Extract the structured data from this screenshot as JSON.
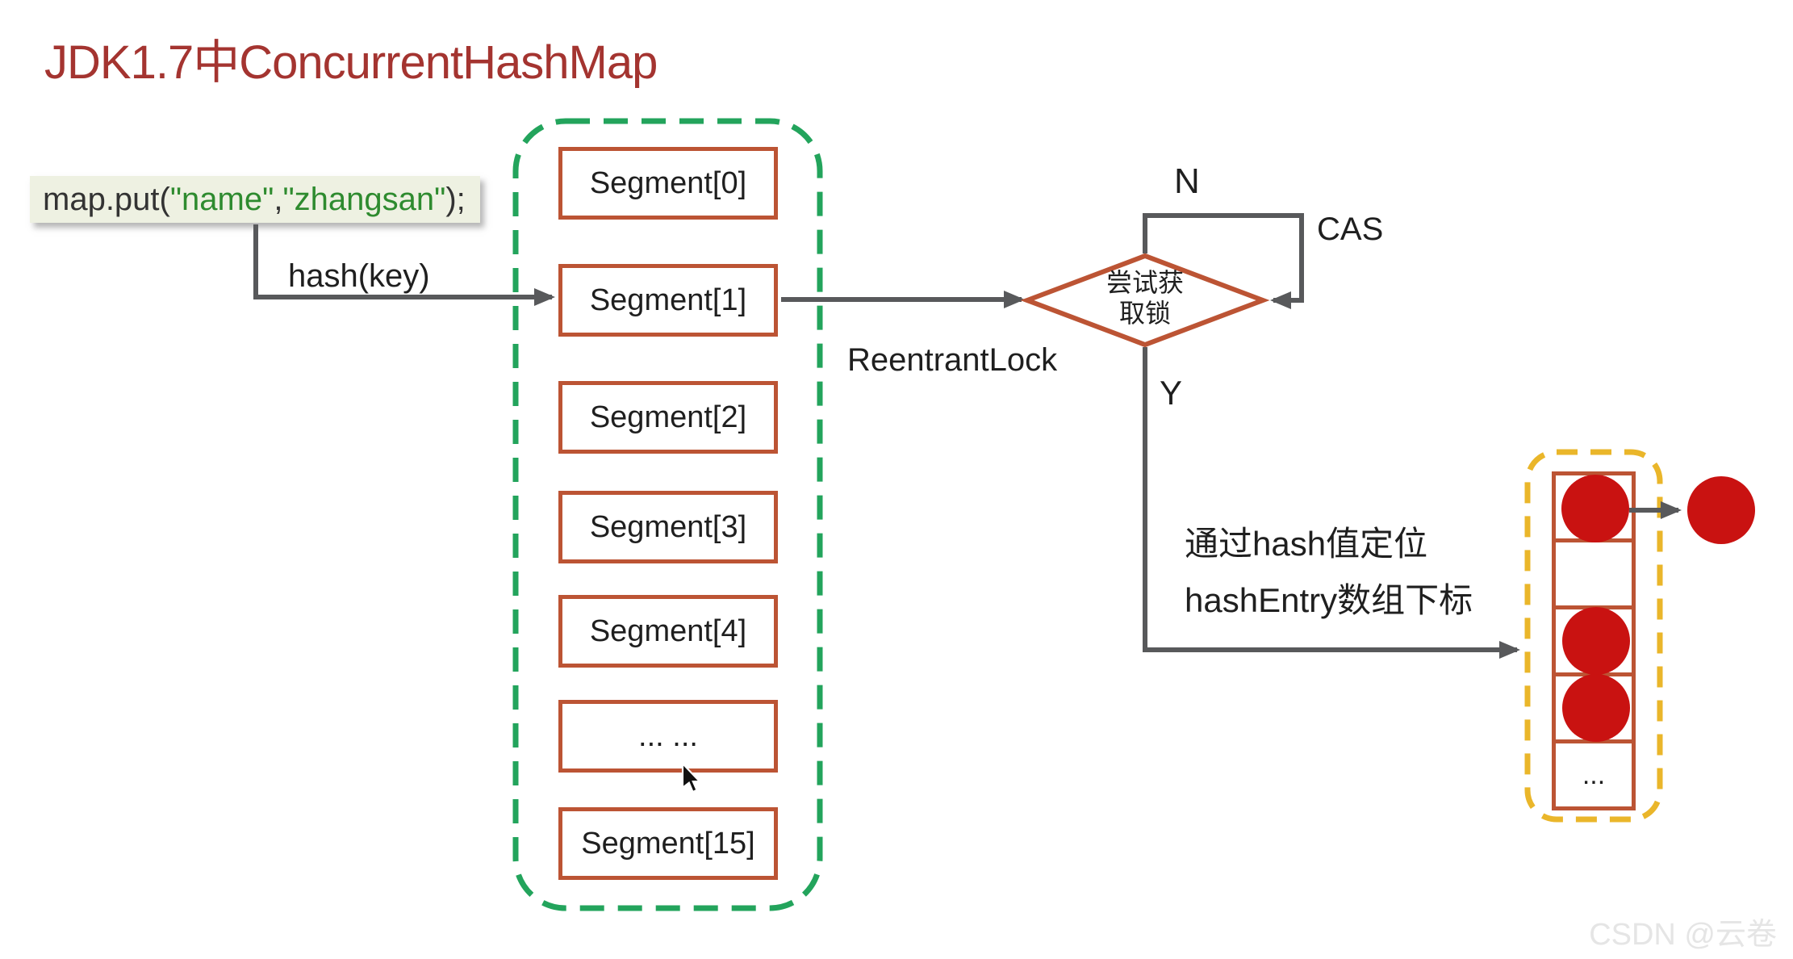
{
  "title": {
    "text": "JDK1.7中ConcurrentHashMap"
  },
  "code_box": {
    "parts": [
      {
        "text": "map.put(",
        "tone": "plain"
      },
      {
        "text": "\"name\"",
        "tone": "string"
      },
      {
        "text": ",",
        "tone": "plain"
      },
      {
        "text": "\"zhangsan\"",
        "tone": "string"
      },
      {
        "text": ");",
        "tone": "plain"
      }
    ]
  },
  "flow": {
    "hash_label": "hash(key)",
    "lock_label": "ReentrantLock",
    "decision": {
      "line1": "尝试获",
      "line2": "取锁"
    },
    "no_label": "N",
    "cas_label": "CAS",
    "yes_label": "Y",
    "locate_line1": "通过hash值定位",
    "locate_line2": "hashEntry数组下标"
  },
  "segment_array": {
    "items": [
      {
        "label": "Segment[0]"
      },
      {
        "label": "Segment[1]"
      },
      {
        "label": "Segment[2]"
      },
      {
        "label": "Segment[3]"
      },
      {
        "label": "Segment[4]"
      },
      {
        "label": "... ..."
      },
      {
        "label": "Segment[15]"
      }
    ]
  },
  "hash_entry_array": {
    "cells": [
      {
        "has_node": true,
        "label": ""
      },
      {
        "has_node": false,
        "label": ""
      },
      {
        "has_node": true,
        "label": ""
      },
      {
        "has_node": true,
        "label": ""
      },
      {
        "has_node": false,
        "label": "..."
      }
    ],
    "external_node": true
  },
  "watermark": {
    "text": "CSDN @云卷"
  },
  "colors": {
    "title_red": "#A43430",
    "box_border": "#BC5434",
    "green_dash": "#23A45C",
    "yellow_dash": "#EAB62A",
    "node_red": "#C91211",
    "line_gray": "#58595B",
    "code_bg": "#EEF1E2",
    "code_string_green": "#2E8B2F",
    "text_dark": "#1F1F1F",
    "watermark_gray": "#E5E5E5"
  }
}
